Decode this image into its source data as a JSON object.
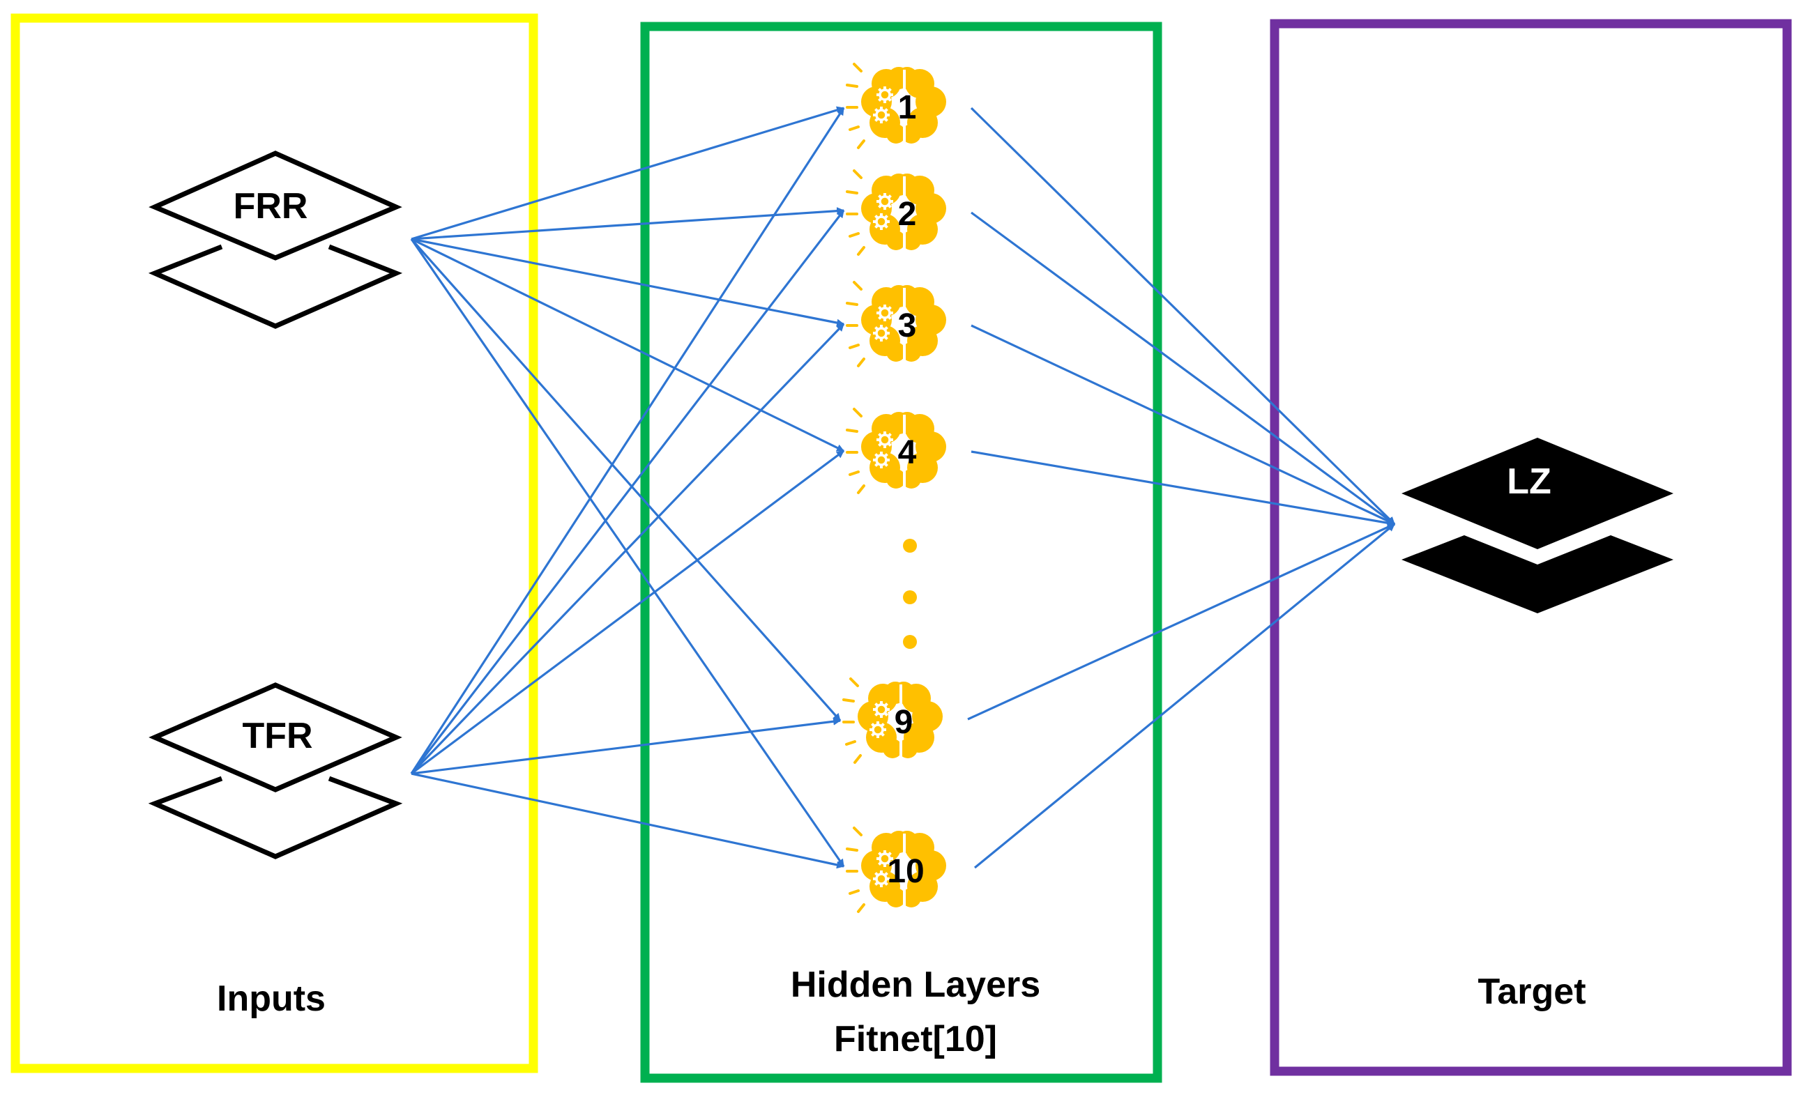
{
  "panels": {
    "inputs": {
      "label": "Inputs",
      "border_color": "#ffff00"
    },
    "hidden": {
      "label_line1": "Hidden Layers",
      "label_line2": "Fitnet[10]",
      "border_color": "#00b050"
    },
    "target": {
      "label": "Target",
      "border_color": "#7030a0"
    }
  },
  "input_nodes": [
    {
      "id": "frr",
      "label": "FRR"
    },
    {
      "id": "tfr",
      "label": "TFR"
    }
  ],
  "hidden_nodes": [
    {
      "id": "n1",
      "label": "1"
    },
    {
      "id": "n2",
      "label": "2"
    },
    {
      "id": "n3",
      "label": "3"
    },
    {
      "id": "n4",
      "label": "4"
    },
    {
      "id": "n9",
      "label": "9"
    },
    {
      "id": "n10",
      "label": "10"
    }
  ],
  "ellipsis": "vertical-dots",
  "output_node": {
    "id": "lz",
    "label": "LZ"
  },
  "colors": {
    "connection": "#2e75d2",
    "brain": "#ffc000",
    "brain_rays": "#ffc000",
    "output_fill": "#000000",
    "input_stroke": "#000000"
  },
  "icons": {
    "hidden_node": "brain-gear-icon",
    "input_node": "layers-outline-icon",
    "output_node": "layers-filled-icon"
  }
}
